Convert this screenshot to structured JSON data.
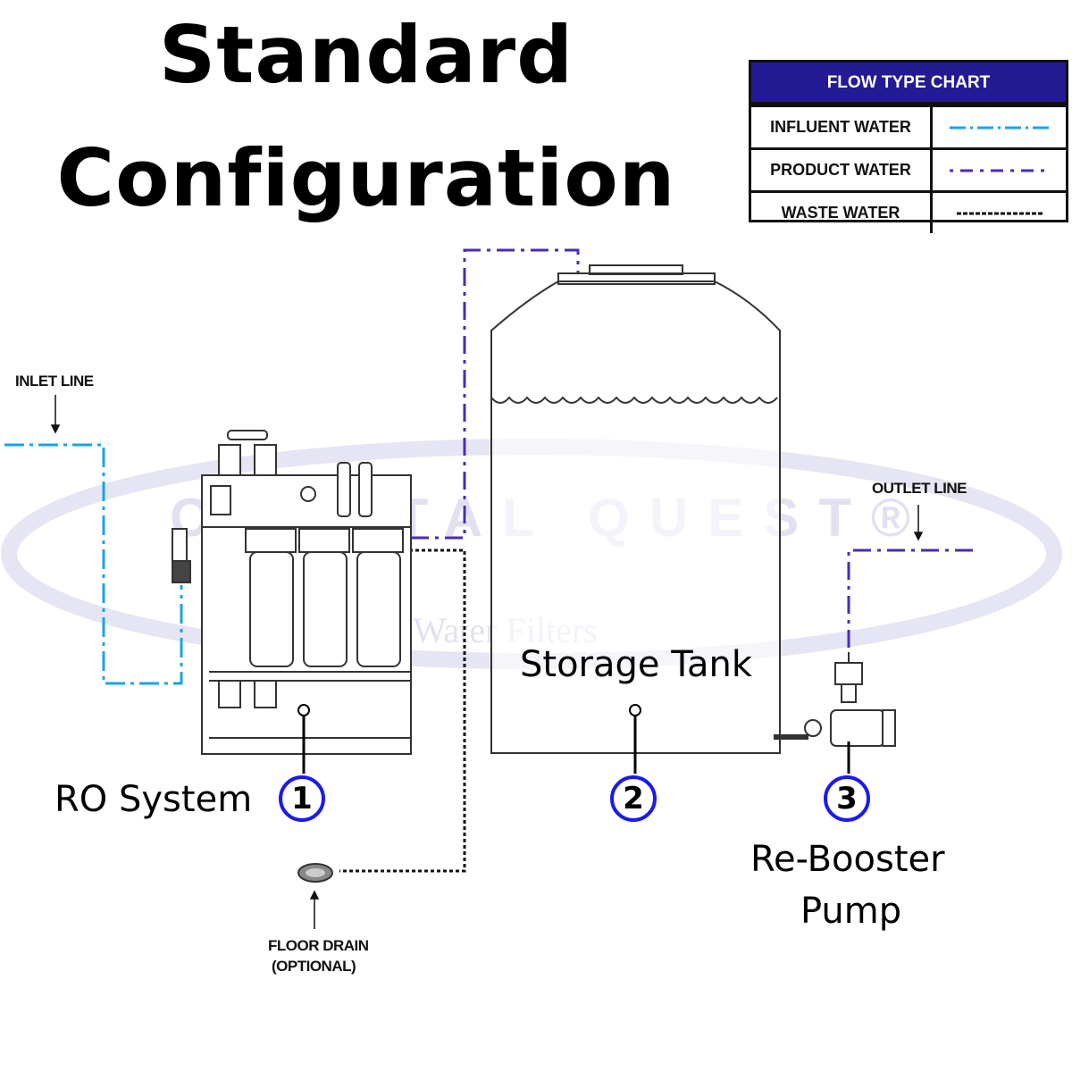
{
  "title": {
    "line1": "Standard",
    "line2": "Configuration"
  },
  "legend": {
    "header": "FLOW TYPE CHART",
    "rows": [
      {
        "label": "INFLUENT WATER",
        "style": "dash-dot",
        "color": "#1aa3ee"
      },
      {
        "label": "PRODUCT WATER",
        "style": "dash-dot",
        "color": "#4a2bb8"
      },
      {
        "label": "WASTE WATER",
        "style": "dotted",
        "color": "#111111"
      }
    ]
  },
  "watermark": {
    "brand": "CRYSTAL QUEST®",
    "tagline": "Water Filters"
  },
  "annotations": {
    "inlet_line": "INLET LINE",
    "outlet_line": "OUTLET LINE",
    "floor_drain_1": "FLOOR DRAIN",
    "floor_drain_2": "(OPTIONAL)"
  },
  "components": [
    {
      "number": "1",
      "label": "RO System"
    },
    {
      "number": "2",
      "label": "Storage Tank"
    },
    {
      "number": "3",
      "label_line1": "Re-Booster",
      "label_line2": "Pump"
    }
  ],
  "colors": {
    "influent": "#1aa3ee",
    "product": "#4a2bb8",
    "waste": "#111111",
    "badge": "#1a1af0",
    "legend_header": "#241a94"
  }
}
